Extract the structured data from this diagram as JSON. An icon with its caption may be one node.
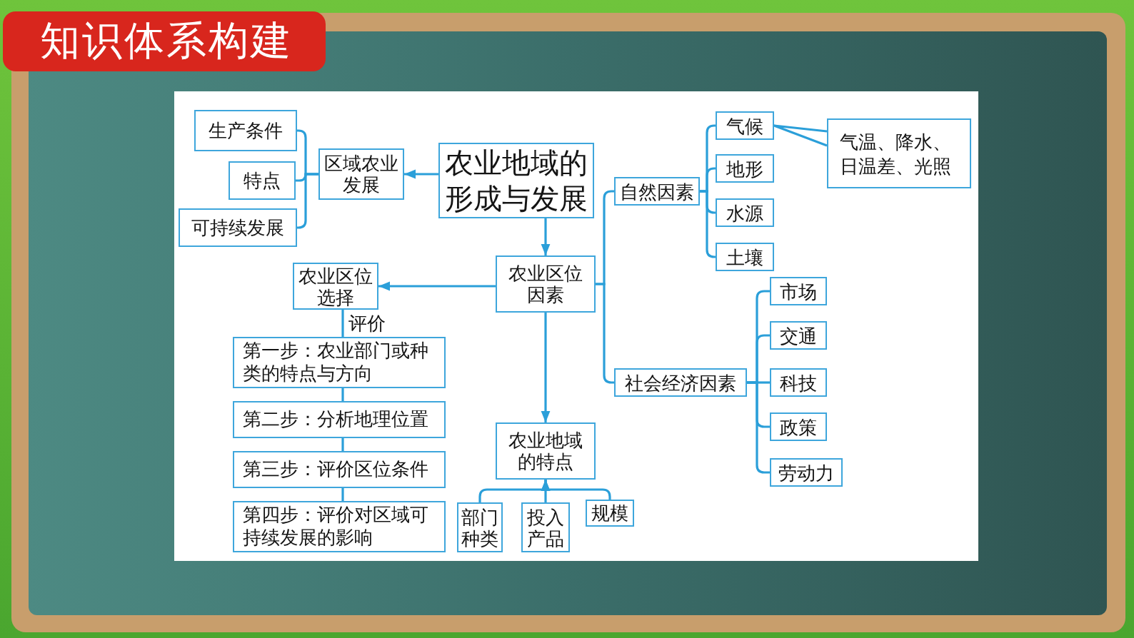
{
  "diagram": {
    "title": "知识体系构建",
    "nodes": [
      {
        "text": [
          "农业地域的形成与发展"
        ]
      },
      {
        "text": [
          "区域农业发展"
        ]
      },
      {
        "text": [
          "生产条件"
        ]
      },
      {
        "text": [
          "特点"
        ]
      },
      {
        "text": [
          "可持续发展"
        ]
      },
      {
        "text": [
          "农业区位因素"
        ]
      },
      {
        "text": [
          "农业区位选择"
        ]
      },
      {
        "text": [
          "第一步：农业部门或种类的特点与方向"
        ]
      },
      {
        "text": [
          "第二步：分析地理位置"
        ]
      },
      {
        "text": [
          "第三步：评价区位条件"
        ]
      },
      {
        "text": [
          "第四步：评价对区域可持续发展的影响"
        ]
      },
      {
        "text": [
          "农业地域的特点"
        ]
      },
      {
        "text": [
          "部门种类"
        ]
      },
      {
        "text": [
          "投入产品"
        ]
      },
      {
        "text": [
          "规模"
        ]
      },
      {
        "text": [
          "自然因素"
        ]
      },
      {
        "text": [
          "气候"
        ]
      },
      {
        "text": [
          "地形"
        ]
      },
      {
        "text": [
          "水源"
        ]
      },
      {
        "text": [
          "土壤"
        ]
      },
      {
        "text": [
          "气温、降水、日温差、光照"
        ]
      },
      {
        "text": [
          "社会经济因素"
        ]
      },
      {
        "text": [
          "市场"
        ]
      },
      {
        "text": [
          "交通"
        ]
      },
      {
        "text": [
          "科技"
        ]
      },
      {
        "text": [
          "政策"
        ]
      },
      {
        "text": [
          "劳动力"
        ]
      }
    ],
    "edges": [
      {
        "from": 0,
        "to": 1,
        "arrow": "to"
      },
      {
        "from": 1,
        "to": 2,
        "arrow": "none"
      },
      {
        "from": 1,
        "to": 3,
        "arrow": "none"
      },
      {
        "from": 1,
        "to": 4,
        "arrow": "none"
      },
      {
        "from": 0,
        "to": 5,
        "arrow": "to"
      },
      {
        "from": 5,
        "to": 6,
        "arrow": "to"
      },
      {
        "from": 6,
        "to": 7,
        "arrow": "none",
        "label": "评价"
      },
      {
        "from": 7,
        "to": 8,
        "arrow": "none"
      },
      {
        "from": 8,
        "to": 9,
        "arrow": "none"
      },
      {
        "from": 9,
        "to": 10,
        "arrow": "none"
      },
      {
        "from": 5,
        "to": 11,
        "arrow": "to"
      },
      {
        "from": 12,
        "to": 11,
        "arrow": "to"
      },
      {
        "from": 13,
        "to": 11,
        "arrow": "to"
      },
      {
        "from": 14,
        "to": 11,
        "arrow": "to"
      },
      {
        "from": 5,
        "to": 15,
        "arrow": "none"
      },
      {
        "from": 5,
        "to": 21,
        "arrow": "none"
      },
      {
        "from": 15,
        "to": 16,
        "arrow": "none"
      },
      {
        "from": 15,
        "to": 17,
        "arrow": "none"
      },
      {
        "from": 15,
        "to": 18,
        "arrow": "none"
      },
      {
        "from": 15,
        "to": 19,
        "arrow": "none"
      },
      {
        "from": 20,
        "to": 16,
        "arrow": "none"
      },
      {
        "from": 21,
        "to": 22,
        "arrow": "none"
      },
      {
        "from": 21,
        "to": 23,
        "arrow": "none"
      },
      {
        "from": 21,
        "to": 24,
        "arrow": "none"
      },
      {
        "from": 21,
        "to": 25,
        "arrow": "none"
      },
      {
        "from": 21,
        "to": 26,
        "arrow": "none"
      }
    ]
  }
}
